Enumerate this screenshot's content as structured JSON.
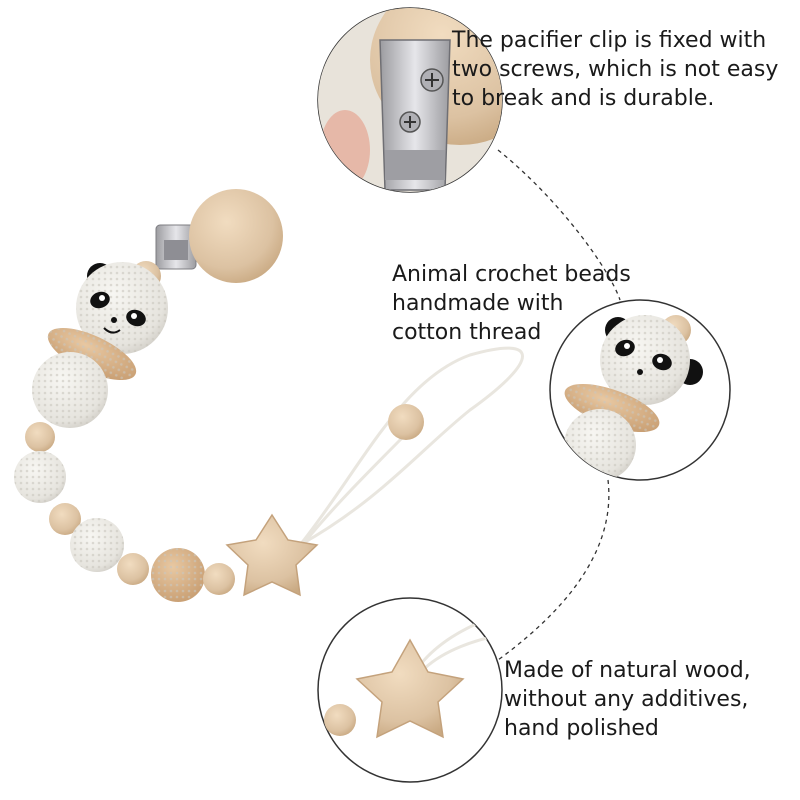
{
  "captions": {
    "clip": {
      "line1": "The pacifier clip is fixed with",
      "line2": "two screws, which is not easy",
      "line3": "to break and is durable."
    },
    "crochet": {
      "line1": "Animal crochet beads",
      "line2": "handmade with",
      "line3": "cotton thread"
    },
    "wood": {
      "line1": "Made of natural wood,",
      "line2": "without any additives,",
      "line3": "hand polished"
    }
  },
  "colors": {
    "wood": "#dcc2a2",
    "wood_dark": "#c9a982",
    "crochet_white": "#ecebe6",
    "crochet_tan": "#d9b48c",
    "metal": "#b9b9bd",
    "string": "#f3f1ec",
    "dashed_line": "#333333"
  }
}
